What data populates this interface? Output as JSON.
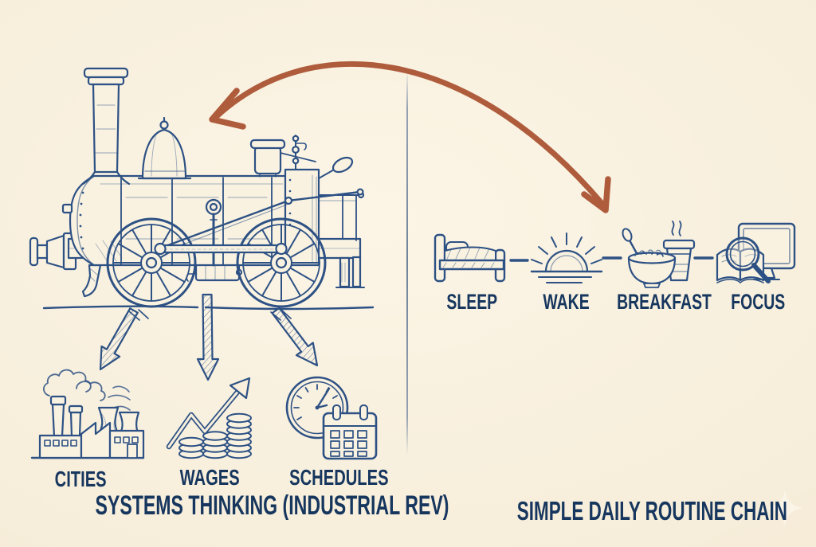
{
  "palette": {
    "background": "#f8efdc",
    "ink_blue": "#2d5184",
    "ink_dark": "#1e4070",
    "text_navy": "#16365e",
    "arrow_rust": "#ae5c3c"
  },
  "left_panel": {
    "caption": "SYSTEMS THINKING (INDUSTRIAL REV)",
    "illustration": "steam-locomotive-sketch",
    "branches": [
      {
        "label": "CITIES",
        "icon": "factory-icon"
      },
      {
        "label": "WAGES",
        "icon": "coin-stacks-growth-icon"
      },
      {
        "label": "SCHEDULES",
        "icon": "clock-calendar-icon"
      }
    ]
  },
  "right_panel": {
    "caption": "SIMPLE DAILY ROUTINE CHAIN",
    "steps": [
      {
        "label": "SLEEP",
        "icon": "bed-icon"
      },
      {
        "label": "WAKE",
        "icon": "sunrise-icon"
      },
      {
        "label": "BREAKFAST",
        "icon": "cereal-bowl-coffee-icon"
      },
      {
        "label": "FOCUS",
        "icon": "book-magnifier-monitor-icon"
      }
    ]
  },
  "link_arrow": {
    "name": "curved-double-headed-arrow",
    "color": "#ae5c3c"
  }
}
